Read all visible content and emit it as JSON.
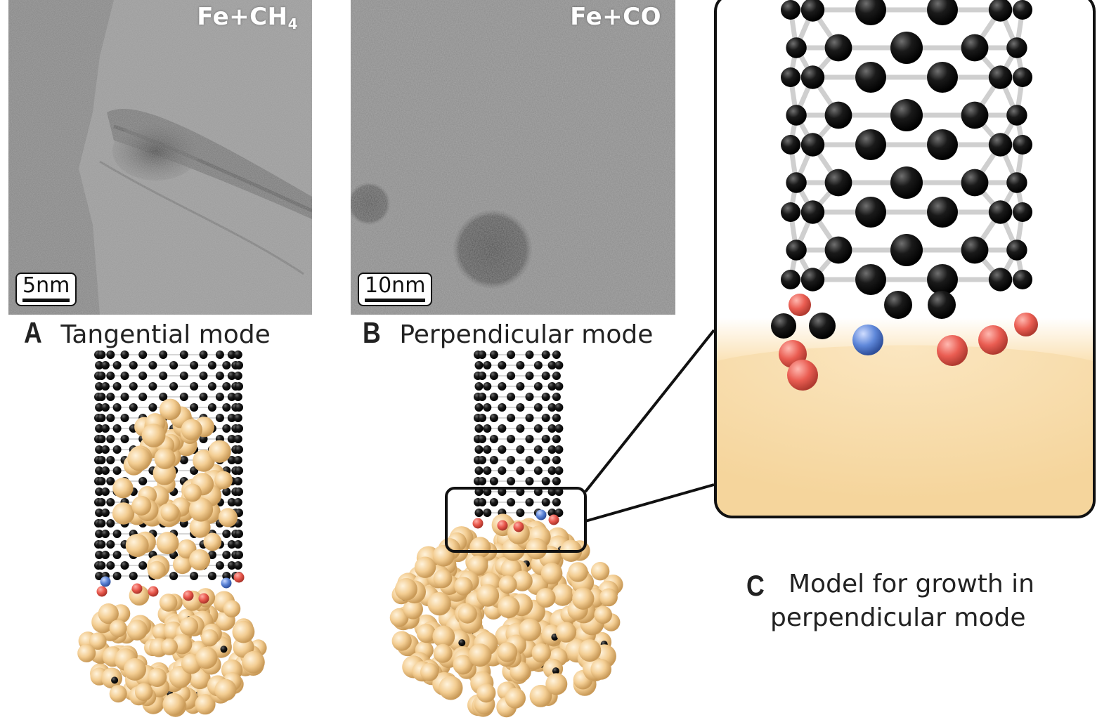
{
  "panels": {
    "a": {
      "letter": "A",
      "title": "Tangential mode",
      "micrograph_label_main": "Fe+CH",
      "micrograph_label_sub": "4",
      "scale_bar": "5nm"
    },
    "b": {
      "letter": "B",
      "title": "Perpendicular mode",
      "micrograph_label": "Fe+CO",
      "scale_bar": "10nm"
    },
    "c": {
      "letter": "C",
      "title_line1": "Model for growth in",
      "title_line2": "perpendicular mode"
    }
  },
  "colors": {
    "carbon": "#141414",
    "oxygen": "#e8574c",
    "nitrogen": "#5a83d6",
    "iron": "#f3cd92",
    "tem_gray": "#8e8e8e"
  }
}
